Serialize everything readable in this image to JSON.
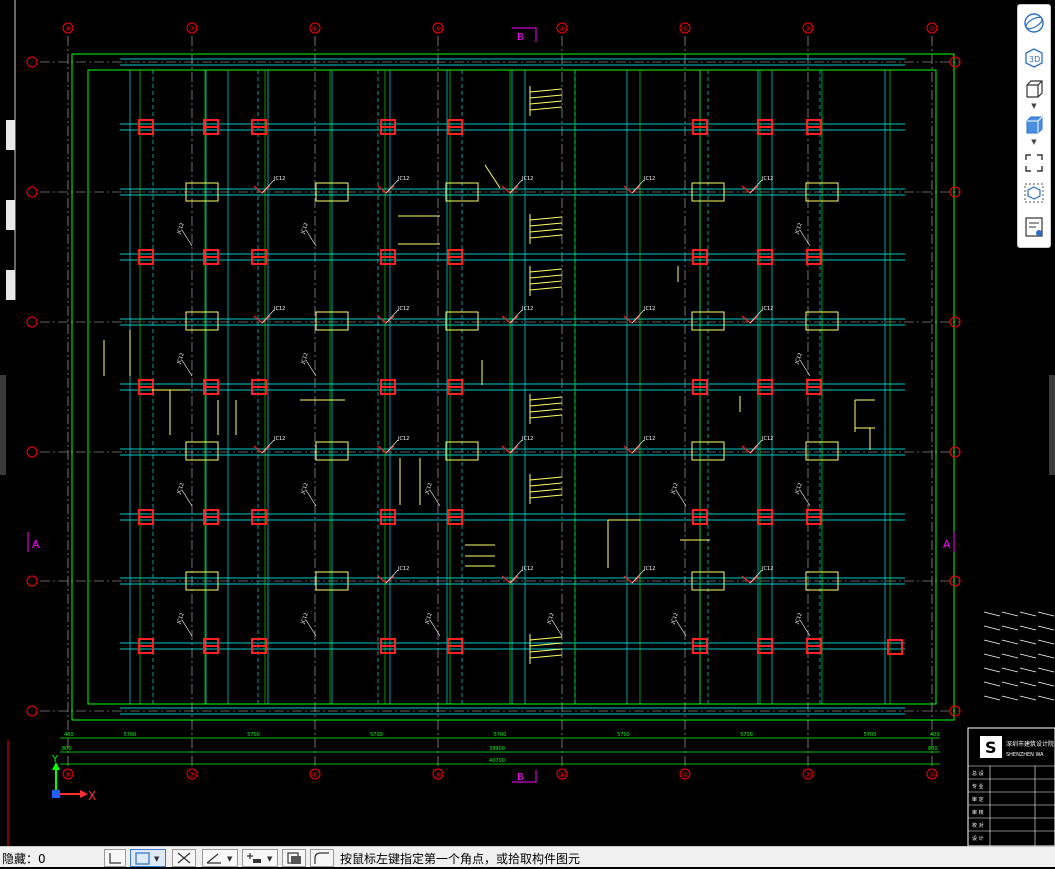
{
  "app": {
    "accent_color": "#3d7bd6",
    "background_color": "#000000"
  },
  "drawing": {
    "axis_labels_top": [
      "⑧",
      "⑦",
      "⑥",
      "⑤",
      "④",
      "③",
      "②",
      "①"
    ],
    "section_marks": {
      "top": "B",
      "bottom": "B",
      "left": "A",
      "right": "A"
    },
    "bay_dimensions": [
      "5700",
      "5700",
      "5700",
      "5700",
      "5700",
      "5700",
      "5700"
    ],
    "edge_dimension": "400",
    "offset_dimension": "800",
    "inner_total": "39900",
    "outer_total": "40700",
    "beam_tag": "JC12",
    "colors": {
      "axis": "#ff0000",
      "frame": "#00ff00",
      "beam": "#00c8c8",
      "rebar": "#ffff66",
      "column": "#ff2020",
      "section_mark": "#ff00ff"
    }
  },
  "ucs": {
    "x_label": "X",
    "y_label": "Y"
  },
  "title_block": {
    "company": "深圳市建筑设计院",
    "company_en": "SHENZHEN WA",
    "rows": [
      "总 设",
      "专 业",
      "审 定",
      "审 核",
      "校 对",
      "设 计"
    ]
  },
  "right_toolbar": {
    "icons": [
      "orbit-icon",
      "view-3d-icon",
      "box-view-icon",
      "solid-box-icon",
      "fullscreen-icon",
      "component-icon",
      "properties-icon"
    ]
  },
  "status_bar": {
    "hidden_label": "隐藏：",
    "hidden_count": "0",
    "message": "按鼠标左键指定第一个角点，或拾取构件图元"
  }
}
